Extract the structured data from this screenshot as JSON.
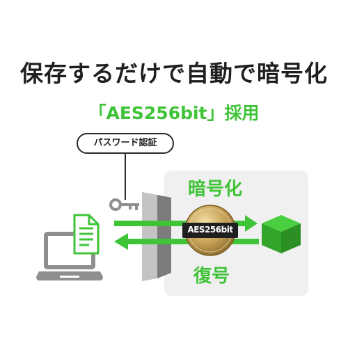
{
  "title": "保存するだけで自動で暗号化",
  "subtitle": "「AES256bit」採用",
  "callout": "パスワード認証",
  "labels": {
    "encrypt": "暗号化",
    "decrypt": "復号"
  },
  "badge": "AES256bit",
  "colors": {
    "accent": "#3fc337",
    "text": "#1f1f1f",
    "panel": "#f0f0f0",
    "gold": "#c9a45a"
  },
  "icons": [
    "laptop-icon",
    "document-icon",
    "key-icon",
    "door-icon",
    "cube-icon",
    "arrow-right-icon",
    "arrow-left-icon",
    "aes-badge-icon"
  ]
}
